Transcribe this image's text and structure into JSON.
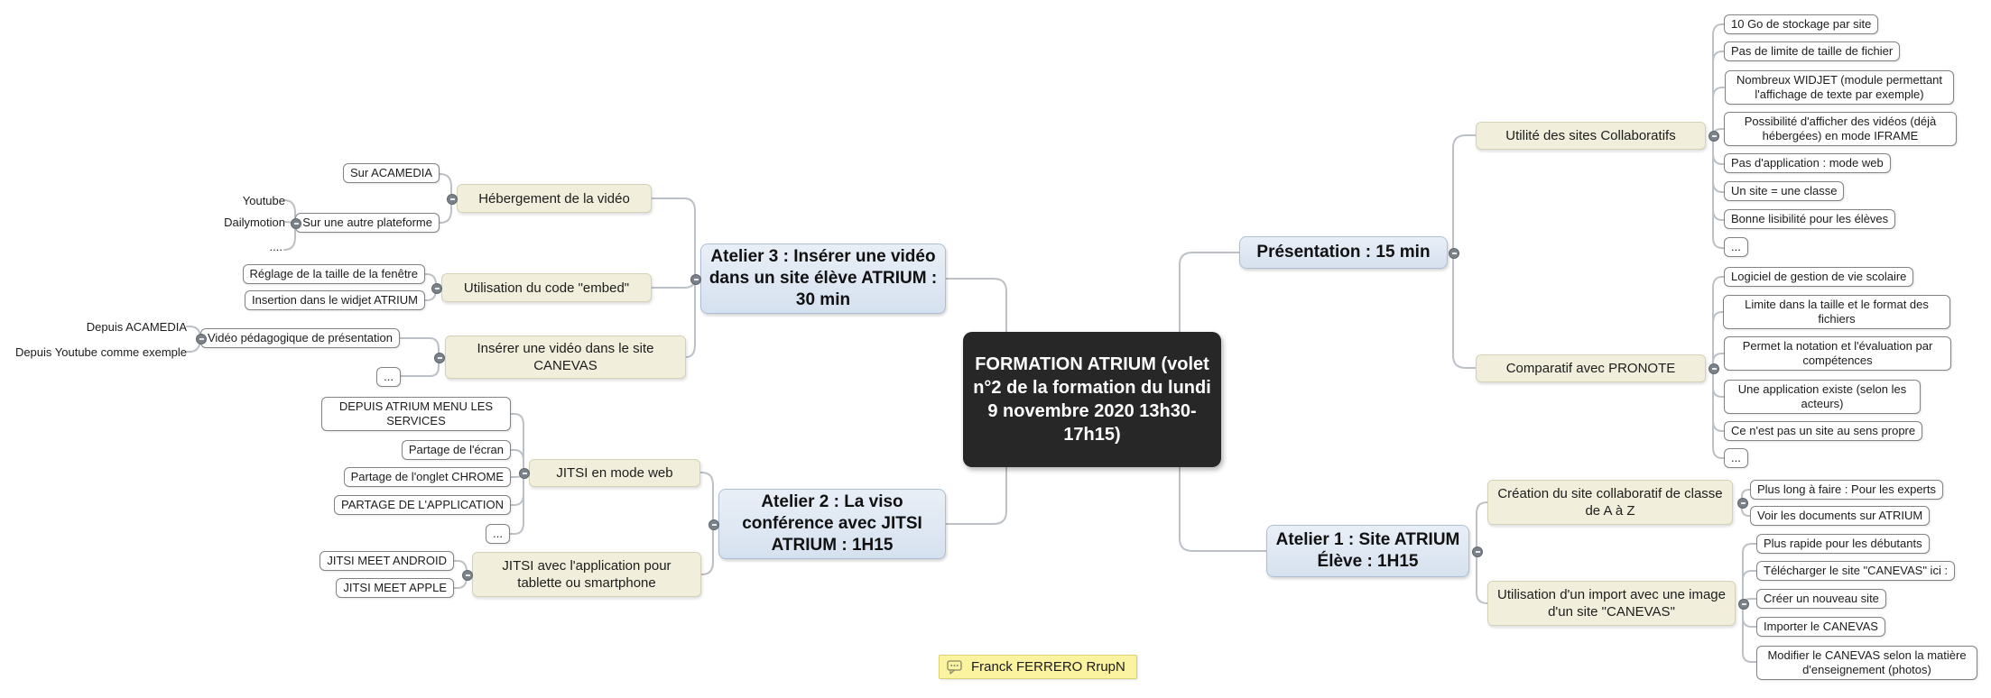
{
  "colors": {
    "root_bg": "#272727",
    "root_text": "#ffffff",
    "main_topic_bg": "#dde7f2",
    "main_topic_border": "#aebfd3",
    "subtopic_bg": "#f1efdc",
    "subtopic_border": "#d6d2b8",
    "leaf_bg": "#ffffff",
    "leaf_border": "#838383",
    "connector": "#bcc1c7",
    "note_bg": "#fcf3a1",
    "note_border": "#ddd271"
  },
  "mindmap": {
    "root": {
      "label": "FORMATION ATRIUM (volet n°2 de la formation du lundi 9 novembre 2020 13h30-17h15)"
    },
    "presentation": {
      "label": "Présentation : 15 min",
      "utilite": {
        "label": "Utilité des sites Collaboratifs",
        "items": [
          "10 Go de stockage par site",
          "Pas de limite de taille de fichier",
          "Nombreux WIDJET (module permettant l'affichage de texte par exemple)",
          "Possibilité d'afficher des vidéos (déjà hébergées) en mode IFRAME",
          "Pas d'application : mode web",
          "Un site = une classe",
          "Bonne lisibilité pour les élèves",
          "..."
        ]
      },
      "comparatif": {
        "label": "Comparatif avec PRONOTE",
        "items": [
          "Logiciel de gestion de vie scolaire",
          "Limite dans la taille et le format des fichiers",
          "Permet la notation et l'évaluation par compétences",
          "Une application existe (selon les acteurs)",
          "Ce n'est pas un site au sens propre",
          "..."
        ]
      }
    },
    "atelier1": {
      "label": "Atelier 1 : Site ATRIUM Élève : 1H15",
      "creation": {
        "label": "Création du site collaboratif de classe de A à Z",
        "items": [
          "Plus long à faire : Pour les experts",
          "Voir les documents sur ATRIUM"
        ]
      },
      "import": {
        "label": "Utilisation d'un import avec une image d'un site \"CANEVAS\"",
        "items": [
          "Plus rapide pour les débutants",
          "Télécharger le site \"CANEVAS\" ici :",
          "Créer un nouveau site",
          "Importer le CANEVAS",
          "Modifier le CANEVAS selon la matière d'enseignement (photos)"
        ]
      }
    },
    "atelier3": {
      "label": "Atelier 3 : Insérer  une vidéo dans un site élève ATRIUM : 30 min",
      "hebergement": {
        "label": "Hébergement de la vidéo",
        "acamedia": "Sur ACAMEDIA",
        "autre": {
          "label": "Sur une autre plateforme",
          "items": [
            "Youtube",
            "Dailymotion",
            "...."
          ]
        }
      },
      "embed": {
        "label": "Utilisation du code \"embed\"",
        "items": [
          "Réglage de la taille de la fenêtre",
          "Insertion dans le widjet ATRIUM"
        ]
      },
      "canevas": {
        "label": "Insérer une vidéo dans le site CANEVAS",
        "video": {
          "label": "Vidéo pédagogique de présentation",
          "items": [
            "Depuis ACAMEDIA",
            "Depuis Youtube comme exemple"
          ]
        },
        "more": "..."
      }
    },
    "atelier2": {
      "label": "Atelier 2 : La viso conférence avec JITSI ATRIUM : 1H15",
      "web": {
        "label": "JITSI en mode web",
        "items": [
          "DEPUIS ATRIUM MENU LES SERVICES",
          "Partage de l'écran",
          "Partage de l'onglet CHROME",
          "PARTAGE DE L'APPLICATION",
          "..."
        ]
      },
      "app": {
        "label": "JITSI avec l'application pour tablette ou smartphone",
        "items": [
          "JITSI MEET ANDROID",
          "JITSI MEET APPLE"
        ]
      }
    },
    "note": {
      "label": "Franck FERRERO RrupN",
      "icon": "speech-bubble-icon"
    }
  }
}
